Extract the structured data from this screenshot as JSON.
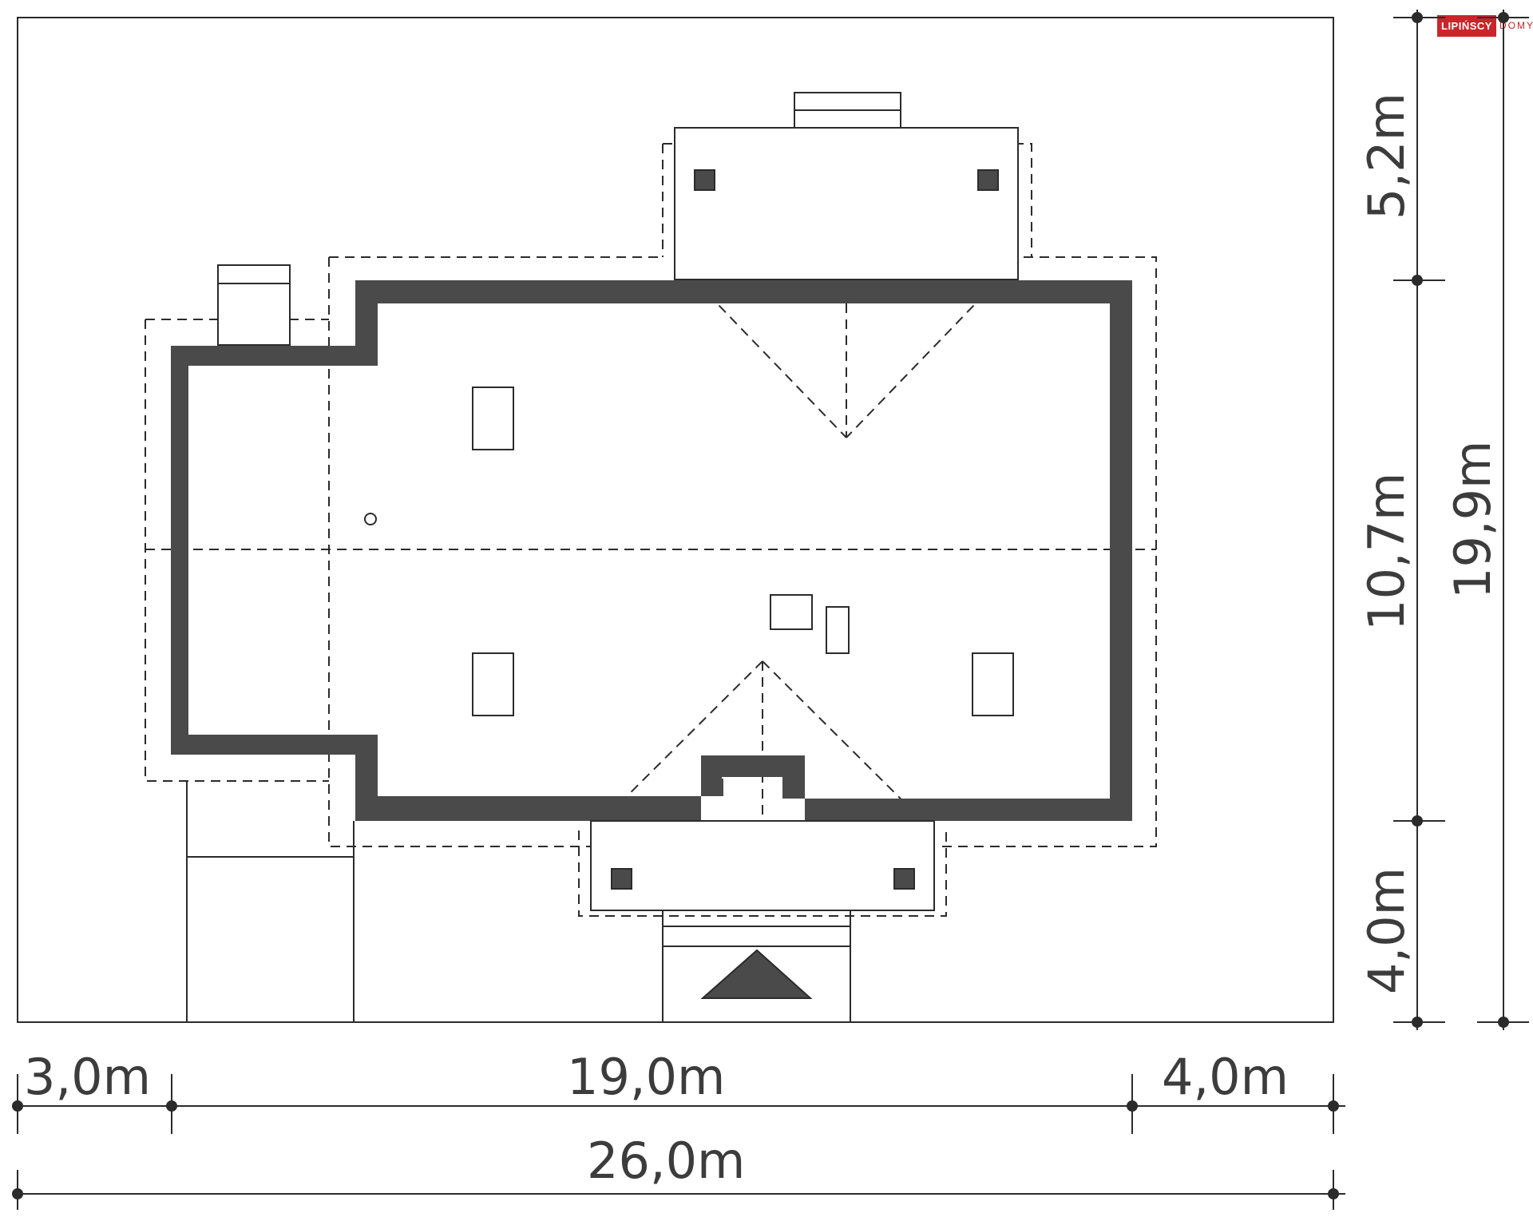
{
  "brand": {
    "name_red": "LIPIŃSCY",
    "name_light": "DOMY"
  },
  "dimensions": {
    "bottom_left": "3,0m",
    "bottom_middle": "19,0m",
    "bottom_right": "4,0m",
    "bottom_total": "26,0m",
    "right_top": "5,2m",
    "right_middle": "10,7m",
    "right_bottom": "4,0m",
    "right_total": "19,9m"
  },
  "colors": {
    "line": "#2b2b2b",
    "wall": "#4a4a4a",
    "accent": "#c8262a"
  }
}
